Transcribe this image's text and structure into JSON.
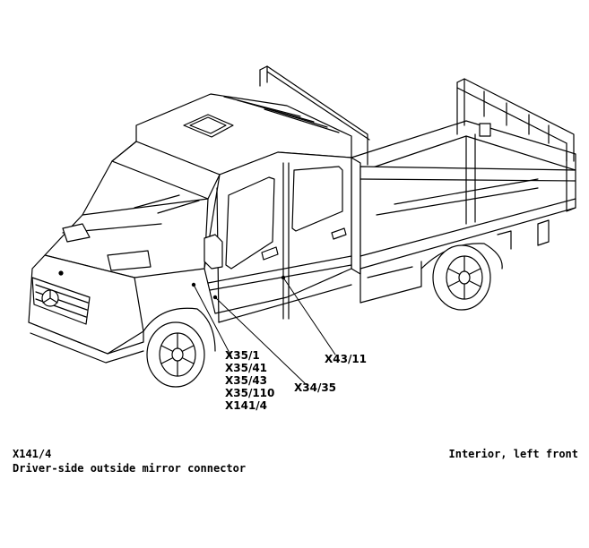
{
  "callouts": {
    "group_left": [
      "X35/1",
      "X35/41",
      "X35/43",
      "X35/110",
      "X141/4"
    ],
    "x34_35": "X34/35",
    "x43_11": "X43/11"
  },
  "caption": {
    "code": "X141/4",
    "description": "Driver-side outside mirror connector",
    "location": "Interior, left front"
  }
}
